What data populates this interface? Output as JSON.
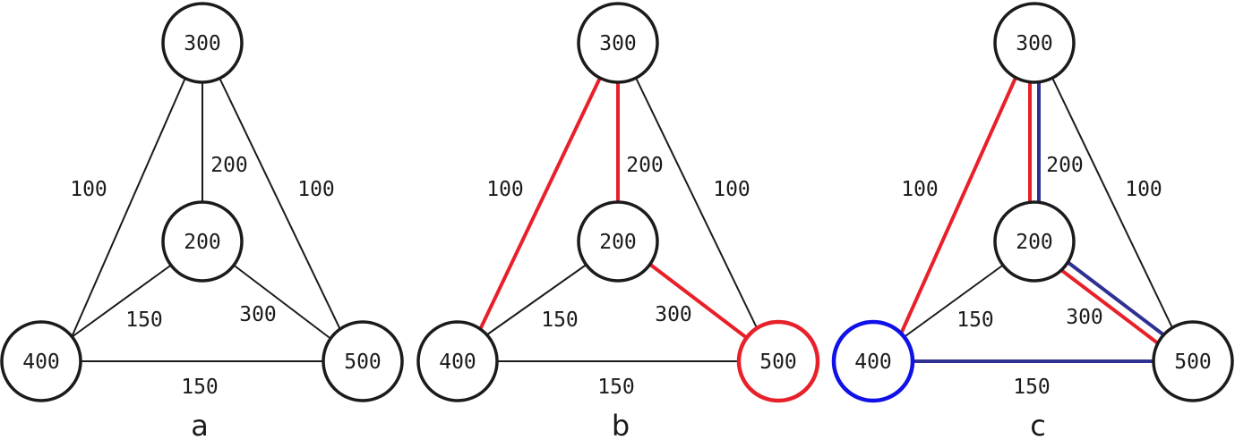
{
  "colors": {
    "line": "#1b1b1b",
    "red": "#e8202a",
    "navy": "#2e3192",
    "blue": "#1010e8"
  },
  "panels": [
    {
      "caption": "a",
      "nodes": {
        "top": "300",
        "center": "200",
        "left": "400",
        "right": "500"
      },
      "edge_labels": {
        "top_left": "100",
        "top_center": "200",
        "top_right": "100",
        "center_left": "150",
        "center_right": "300",
        "left_right": "150"
      }
    },
    {
      "caption": "b",
      "nodes": {
        "top": "300",
        "center": "200",
        "left": "400",
        "right": "500"
      },
      "edge_labels": {
        "top_left": "100",
        "top_center": "200",
        "top_right": "100",
        "center_left": "150",
        "center_right": "300",
        "left_right": "150"
      }
    },
    {
      "caption": "c",
      "nodes": {
        "top": "300",
        "center": "200",
        "left": "400",
        "right": "500"
      },
      "edge_labels": {
        "top_left": "100",
        "top_center": "200",
        "top_right": "100",
        "center_left": "150",
        "center_right": "300",
        "left_right": "150"
      }
    }
  ]
}
